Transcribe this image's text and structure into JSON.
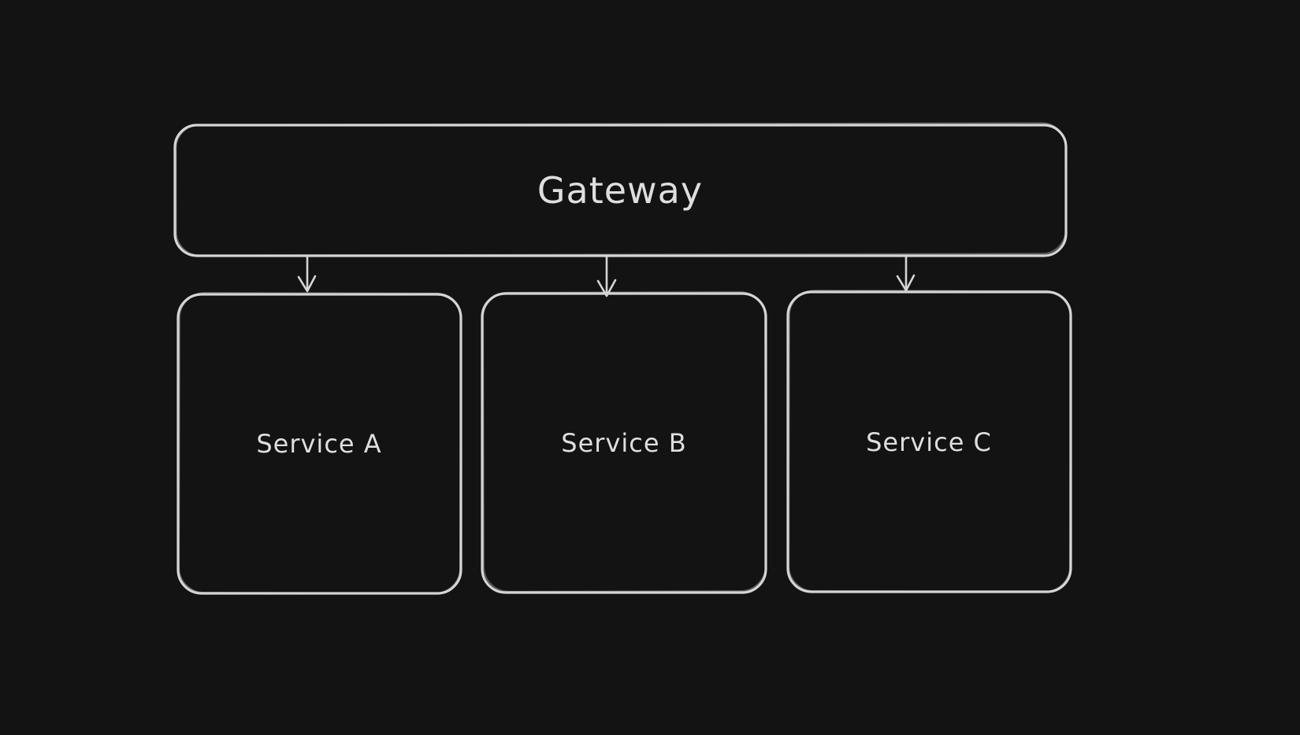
{
  "canvas": {
    "background": "#131313",
    "stroke_color": "#d5d5d5",
    "text_color": "#dedede",
    "style": "hand-drawn-sketch"
  },
  "diagram": {
    "type": "architecture-diagram",
    "nodes": [
      {
        "id": "gateway",
        "label": "Gateway"
      },
      {
        "id": "service-a",
        "label": "Service A"
      },
      {
        "id": "service-b",
        "label": "Service B"
      },
      {
        "id": "service-c",
        "label": "Service C"
      }
    ],
    "edges": [
      {
        "from": "gateway",
        "to": "service-a",
        "direction": "down-arrow"
      },
      {
        "from": "gateway",
        "to": "service-b",
        "direction": "down-arrow"
      },
      {
        "from": "gateway",
        "to": "service-c",
        "direction": "down-arrow"
      }
    ]
  }
}
